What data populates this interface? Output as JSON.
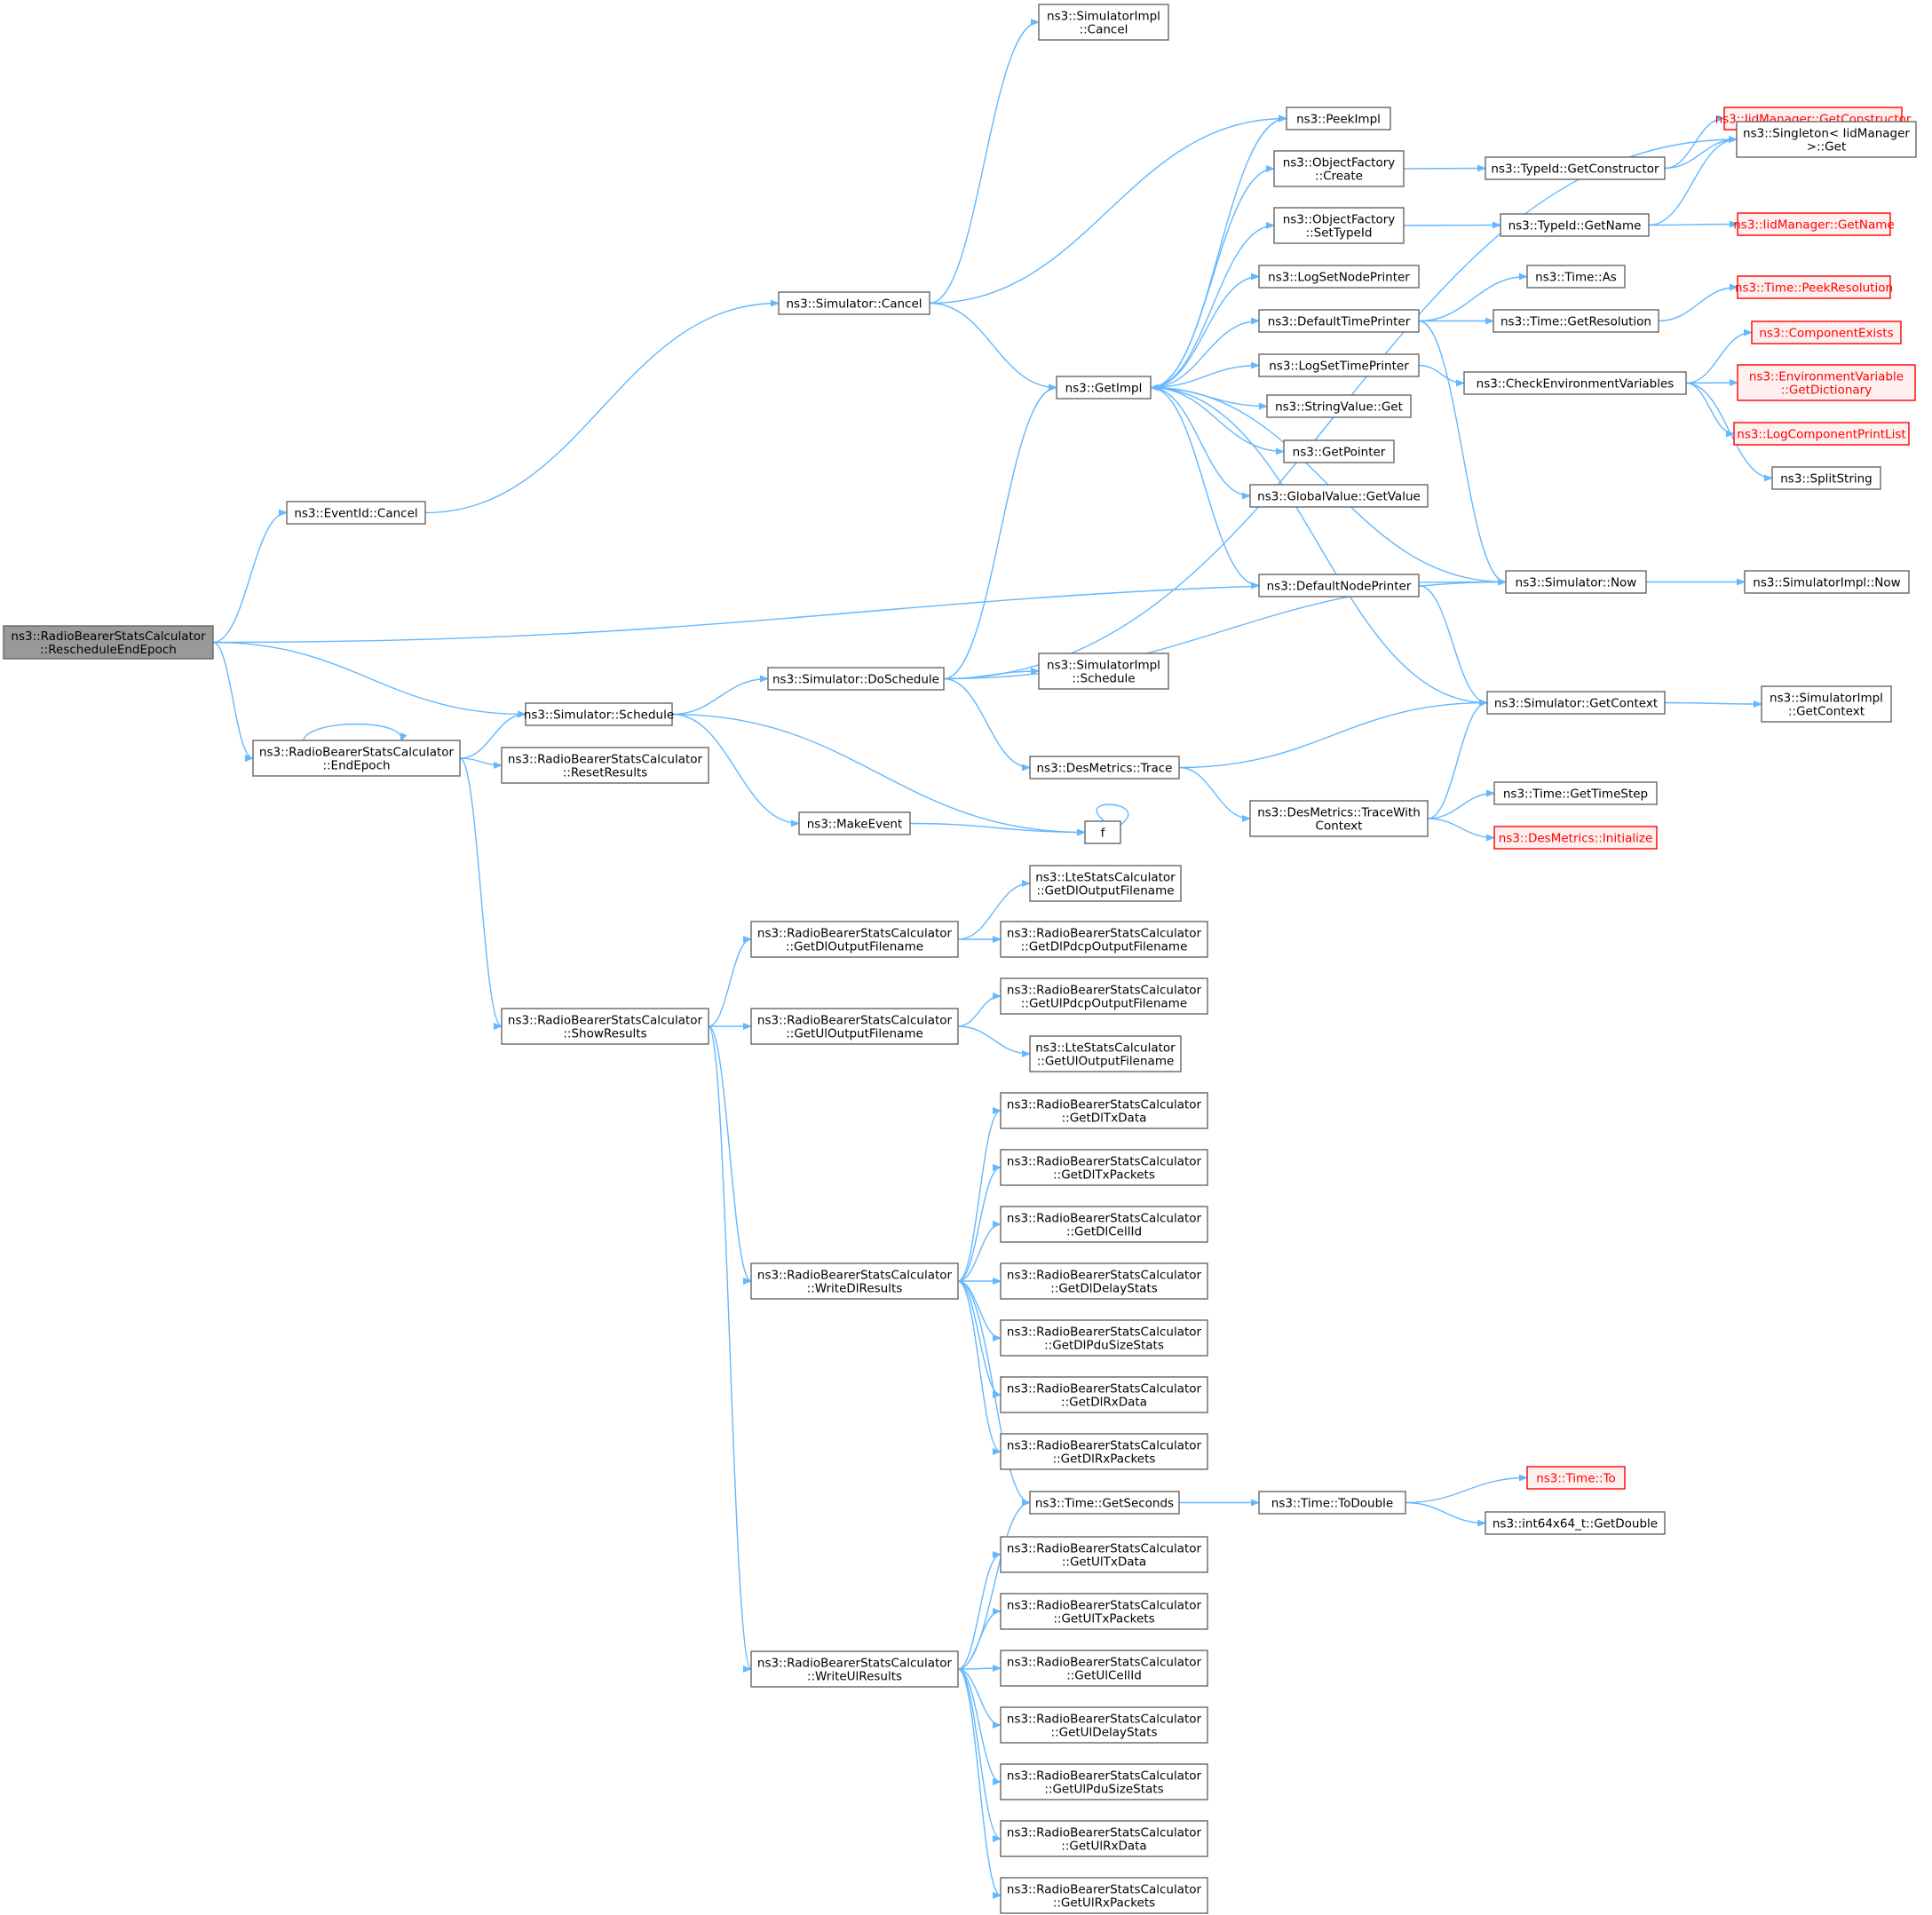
{
  "graph": {
    "edge_color": "#63b8ff",
    "node_border_color": "#666666",
    "root_fill": "#999999",
    "truncated_border_color": "#ff0000",
    "nodes": {
      "root": [
        "ns3::RadioBearerStatsCalculator",
        "::RescheduleEndEpoch"
      ],
      "eventid_cancel": [
        "ns3::EventId::Cancel"
      ],
      "endepoch": [
        "ns3::RadioBearerStatsCalculator",
        "::EndEpoch"
      ],
      "schedule": [
        "ns3::Simulator::Schedule"
      ],
      "resetresults": [
        "ns3::RadioBearerStatsCalculator",
        "::ResetResults"
      ],
      "showresults": [
        "ns3::RadioBearerStatsCalculator",
        "::ShowResults"
      ],
      "sim_cancel": [
        "ns3::Simulator::Cancel"
      ],
      "doschedule": [
        "ns3::Simulator::DoSchedule"
      ],
      "makeevent": [
        "ns3::MakeEvent"
      ],
      "f": [
        "f"
      ],
      "getdloutfn": [
        "ns3::RadioBearerStatsCalculator",
        "::GetDlOutputFilename"
      ],
      "getuloutfn": [
        "ns3::RadioBearerStatsCalculator",
        "::GetUlOutputFilename"
      ],
      "writedl": [
        "ns3::RadioBearerStatsCalculator",
        "::WriteDlResults"
      ],
      "writeul": [
        "ns3::RadioBearerStatsCalculator",
        "::WriteUlResults"
      ],
      "simimpl_cancel": [
        "ns3::SimulatorImpl",
        "::Cancel"
      ],
      "getimpl": [
        "ns3::GetImpl"
      ],
      "simimpl_schedule": [
        "ns3::SimulatorImpl",
        "::Schedule"
      ],
      "desmetrics_trace": [
        "ns3::DesMetrics::Trace"
      ],
      "lte_getdl": [
        "ns3::LteStatsCalculator",
        "::GetDlOutputFilename"
      ],
      "rb_getdlpdcp": [
        "ns3::RadioBearerStatsCalculator",
        "::GetDlPdcpOutputFilename"
      ],
      "rb_getulpdcp": [
        "ns3::RadioBearerStatsCalculator",
        "::GetUlPdcpOutputFilename"
      ],
      "lte_getul": [
        "ns3::LteStatsCalculator",
        "::GetUlOutputFilename"
      ],
      "dltxdata": [
        "ns3::RadioBearerStatsCalculator",
        "::GetDlTxData"
      ],
      "dltxpackets": [
        "ns3::RadioBearerStatsCalculator",
        "::GetDlTxPackets"
      ],
      "dlcellid": [
        "ns3::RadioBearerStatsCalculator",
        "::GetDlCellId"
      ],
      "dldelaystats": [
        "ns3::RadioBearerStatsCalculator",
        "::GetDlDelayStats"
      ],
      "dlpdusizestats": [
        "ns3::RadioBearerStatsCalculator",
        "::GetDlPduSizeStats"
      ],
      "dlrxdata": [
        "ns3::RadioBearerStatsCalculator",
        "::GetDlRxData"
      ],
      "dlrxpackets": [
        "ns3::RadioBearerStatsCalculator",
        "::GetDlRxPackets"
      ],
      "getseconds": [
        "ns3::Time::GetSeconds"
      ],
      "ultxdata": [
        "ns3::RadioBearerStatsCalculator",
        "::GetUlTxData"
      ],
      "ultxpackets": [
        "ns3::RadioBearerStatsCalculator",
        "::GetUlTxPackets"
      ],
      "ulcellid": [
        "ns3::RadioBearerStatsCalculator",
        "::GetUlCellId"
      ],
      "uldelaystats": [
        "ns3::RadioBearerStatsCalculator",
        "::GetUlDelayStats"
      ],
      "ulpdusizestats": [
        "ns3::RadioBearerStatsCalculator",
        "::GetUlPduSizeStats"
      ],
      "ulrxdata": [
        "ns3::RadioBearerStatsCalculator",
        "::GetUlRxData"
      ],
      "ulrxpackets": [
        "ns3::RadioBearerStatsCalculator",
        "::GetUlRxPackets"
      ],
      "peekimpl": [
        "ns3::PeekImpl"
      ],
      "objf_create": [
        "ns3::ObjectFactory",
        "::Create"
      ],
      "objf_settypeid": [
        "ns3::ObjectFactory",
        "::SetTypeId"
      ],
      "logsetnodeprinter": [
        "ns3::LogSetNodePrinter"
      ],
      "defaulttimeprinter": [
        "ns3::DefaultTimePrinter"
      ],
      "logsettimeprinter": [
        "ns3::LogSetTimePrinter"
      ],
      "stringvalue_get": [
        "ns3::StringValue::Get"
      ],
      "getpointer": [
        "ns3::GetPointer"
      ],
      "globalvalue_getvalue": [
        "ns3::GlobalValue::GetValue"
      ],
      "defaultnodeprinter": [
        "ns3::DefaultNodePrinter"
      ],
      "tracewithcontext": [
        "ns3::DesMetrics::TraceWith",
        "Context"
      ],
      "todouble": [
        "ns3::Time::ToDouble"
      ],
      "typeid_getconstructor": [
        "ns3::TypeId::GetConstructor"
      ],
      "typeid_getname": [
        "ns3::TypeId::GetName"
      ],
      "time_as": [
        "ns3::Time::As"
      ],
      "time_getresolution": [
        "ns3::Time::GetResolution"
      ],
      "checkenv": [
        "ns3::CheckEnvironmentVariables"
      ],
      "sim_now": [
        "ns3::Simulator::Now"
      ],
      "sim_getcontext": [
        "ns3::Simulator::GetContext"
      ],
      "time_gettimestep": [
        "ns3::Time::GetTimeStep"
      ],
      "desmetrics_init": [
        "ns3::DesMetrics::Initialize"
      ],
      "time_to": [
        "ns3::Time::To"
      ],
      "int64_getdouble": [
        "ns3::int64x64_t::GetDouble"
      ],
      "iid_getconstructor": [
        "ns3::IidManager::GetConstructor"
      ],
      "singleton_get": [
        "ns3::Singleton< IidManager",
        ">::Get"
      ],
      "iid_getname": [
        "ns3::IidManager::GetName"
      ],
      "time_peekres": [
        "ns3::Time::PeekResolution"
      ],
      "componentexists": [
        "ns3::ComponentExists"
      ],
      "envvar_getdict": [
        "ns3::EnvironmentVariable",
        "::GetDictionary"
      ],
      "logcomponentprintlist": [
        "ns3::LogComponentPrintList"
      ],
      "splitstring": [
        "ns3::SplitString"
      ],
      "simimpl_now": [
        "ns3::SimulatorImpl::Now"
      ],
      "simimpl_getcontext": [
        "ns3::SimulatorImpl",
        "::GetContext"
      ]
    },
    "root_node": "root",
    "truncated_nodes": [
      "iid_getconstructor",
      "iid_getname",
      "time_peekres",
      "componentexists",
      "envvar_getdict",
      "logcomponentprintlist",
      "desmetrics_init",
      "time_to"
    ],
    "edges": [
      [
        "root",
        "eventid_cancel"
      ],
      [
        "root",
        "sim_now"
      ],
      [
        "root",
        "schedule"
      ],
      [
        "root",
        "endepoch"
      ],
      [
        "eventid_cancel",
        "sim_cancel"
      ],
      [
        "endepoch",
        "endepoch"
      ],
      [
        "endepoch",
        "schedule"
      ],
      [
        "endepoch",
        "resetresults"
      ],
      [
        "endepoch",
        "showresults"
      ],
      [
        "schedule",
        "doschedule"
      ],
      [
        "schedule",
        "makeevent"
      ],
      [
        "schedule",
        "f"
      ],
      [
        "sim_cancel",
        "simimpl_cancel"
      ],
      [
        "sim_cancel",
        "peekimpl"
      ],
      [
        "sim_cancel",
        "getimpl"
      ],
      [
        "doschedule",
        "singleton_get"
      ],
      [
        "doschedule",
        "getimpl"
      ],
      [
        "doschedule",
        "simimpl_schedule"
      ],
      [
        "doschedule",
        "sim_now"
      ],
      [
        "doschedule",
        "desmetrics_trace"
      ],
      [
        "makeevent",
        "f"
      ],
      [
        "f",
        "f"
      ],
      [
        "showresults",
        "getdloutfn"
      ],
      [
        "showresults",
        "getuloutfn"
      ],
      [
        "showresults",
        "writedl"
      ],
      [
        "showresults",
        "writeul"
      ],
      [
        "getdloutfn",
        "lte_getdl"
      ],
      [
        "getdloutfn",
        "rb_getdlpdcp"
      ],
      [
        "getuloutfn",
        "rb_getulpdcp"
      ],
      [
        "getuloutfn",
        "lte_getul"
      ],
      [
        "writedl",
        "dltxdata"
      ],
      [
        "writedl",
        "dltxpackets"
      ],
      [
        "writedl",
        "dlcellid"
      ],
      [
        "writedl",
        "dldelaystats"
      ],
      [
        "writedl",
        "dlpdusizestats"
      ],
      [
        "writedl",
        "dlrxdata"
      ],
      [
        "writedl",
        "dlrxpackets"
      ],
      [
        "writedl",
        "getseconds"
      ],
      [
        "writeul",
        "getseconds"
      ],
      [
        "writeul",
        "ultxdata"
      ],
      [
        "writeul",
        "ultxpackets"
      ],
      [
        "writeul",
        "ulcellid"
      ],
      [
        "writeul",
        "uldelaystats"
      ],
      [
        "writeul",
        "ulpdusizestats"
      ],
      [
        "writeul",
        "ulrxdata"
      ],
      [
        "writeul",
        "ulrxpackets"
      ],
      [
        "getimpl",
        "peekimpl"
      ],
      [
        "getimpl",
        "objf_create"
      ],
      [
        "getimpl",
        "objf_settypeid"
      ],
      [
        "getimpl",
        "logsetnodeprinter"
      ],
      [
        "getimpl",
        "defaulttimeprinter"
      ],
      [
        "getimpl",
        "logsettimeprinter"
      ],
      [
        "getimpl",
        "stringvalue_get"
      ],
      [
        "getimpl",
        "getpointer"
      ],
      [
        "getimpl",
        "globalvalue_getvalue"
      ],
      [
        "getimpl",
        "defaultnodeprinter"
      ],
      [
        "desmetrics_trace",
        "sim_getcontext"
      ],
      [
        "desmetrics_trace",
        "tracewithcontext"
      ],
      [
        "getseconds",
        "todouble"
      ],
      [
        "objf_create",
        "typeid_getconstructor"
      ],
      [
        "objf_settypeid",
        "typeid_getname"
      ],
      [
        "defaulttimeprinter",
        "time_as"
      ],
      [
        "defaulttimeprinter",
        "time_getresolution"
      ],
      [
        "defaulttimeprinter",
        "sim_now"
      ],
      [
        "logsettimeprinter",
        "checkenv"
      ],
      [
        "defaultnodeprinter",
        "sim_getcontext"
      ],
      [
        "tracewithcontext",
        "sim_getcontext"
      ],
      [
        "tracewithcontext",
        "time_gettimestep"
      ],
      [
        "tracewithcontext",
        "desmetrics_init"
      ],
      [
        "todouble",
        "time_to"
      ],
      [
        "todouble",
        "int64_getdouble"
      ],
      [
        "typeid_getconstructor",
        "iid_getconstructor"
      ],
      [
        "typeid_getconstructor",
        "singleton_get"
      ],
      [
        "typeid_getname",
        "singleton_get"
      ],
      [
        "typeid_getname",
        "iid_getname"
      ],
      [
        "time_getresolution",
        "time_peekres"
      ],
      [
        "checkenv",
        "componentexists"
      ],
      [
        "checkenv",
        "envvar_getdict"
      ],
      [
        "checkenv",
        "logcomponentprintlist"
      ],
      [
        "checkenv",
        "splitstring"
      ],
      [
        "sim_now",
        "getimpl"
      ],
      [
        "sim_now",
        "simimpl_now"
      ],
      [
        "sim_getcontext",
        "getimpl"
      ],
      [
        "sim_getcontext",
        "simimpl_getcontext"
      ]
    ]
  }
}
